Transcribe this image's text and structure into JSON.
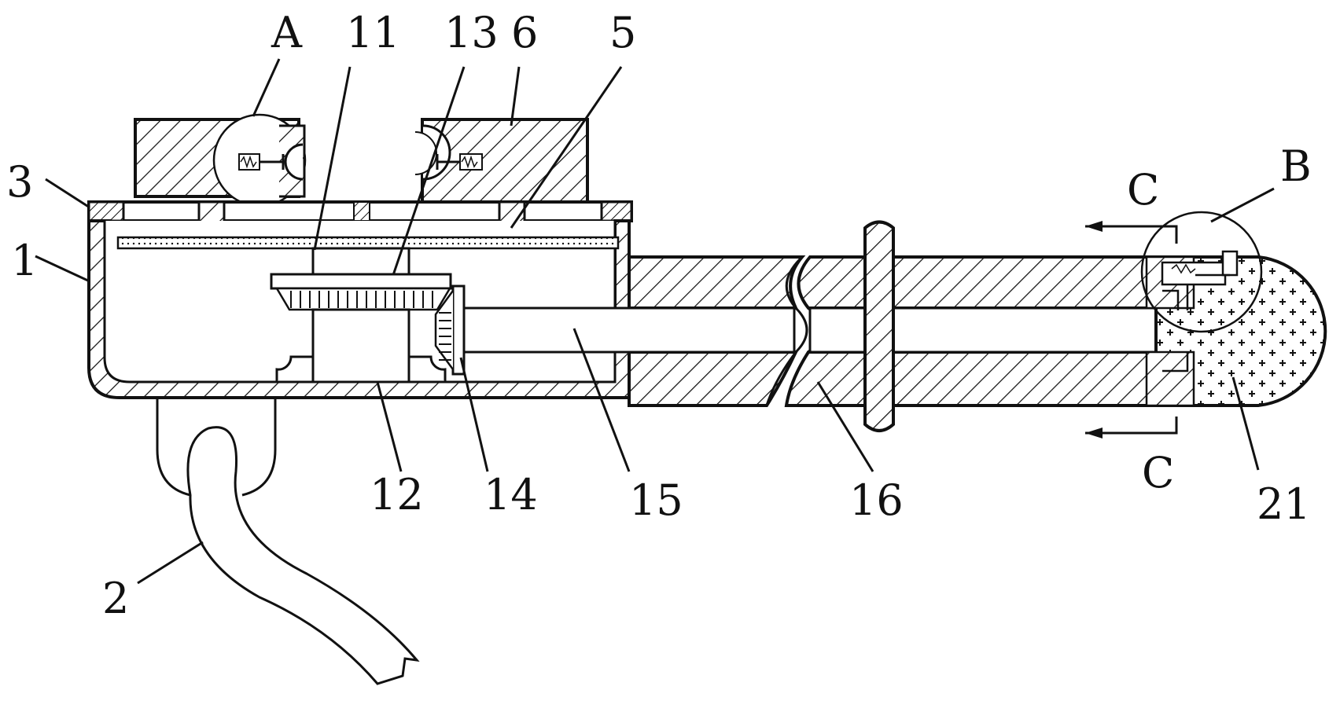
{
  "labels": {
    "A": "A",
    "n11": "11",
    "n13": "13",
    "n6": "6",
    "n5": "5",
    "n3": "3",
    "n1": "1",
    "n2": "2",
    "n12": "12",
    "n14": "14",
    "n15": "15",
    "n16": "16",
    "C_top": "C",
    "C_bottom": "C",
    "B": "B",
    "n21": "21"
  }
}
